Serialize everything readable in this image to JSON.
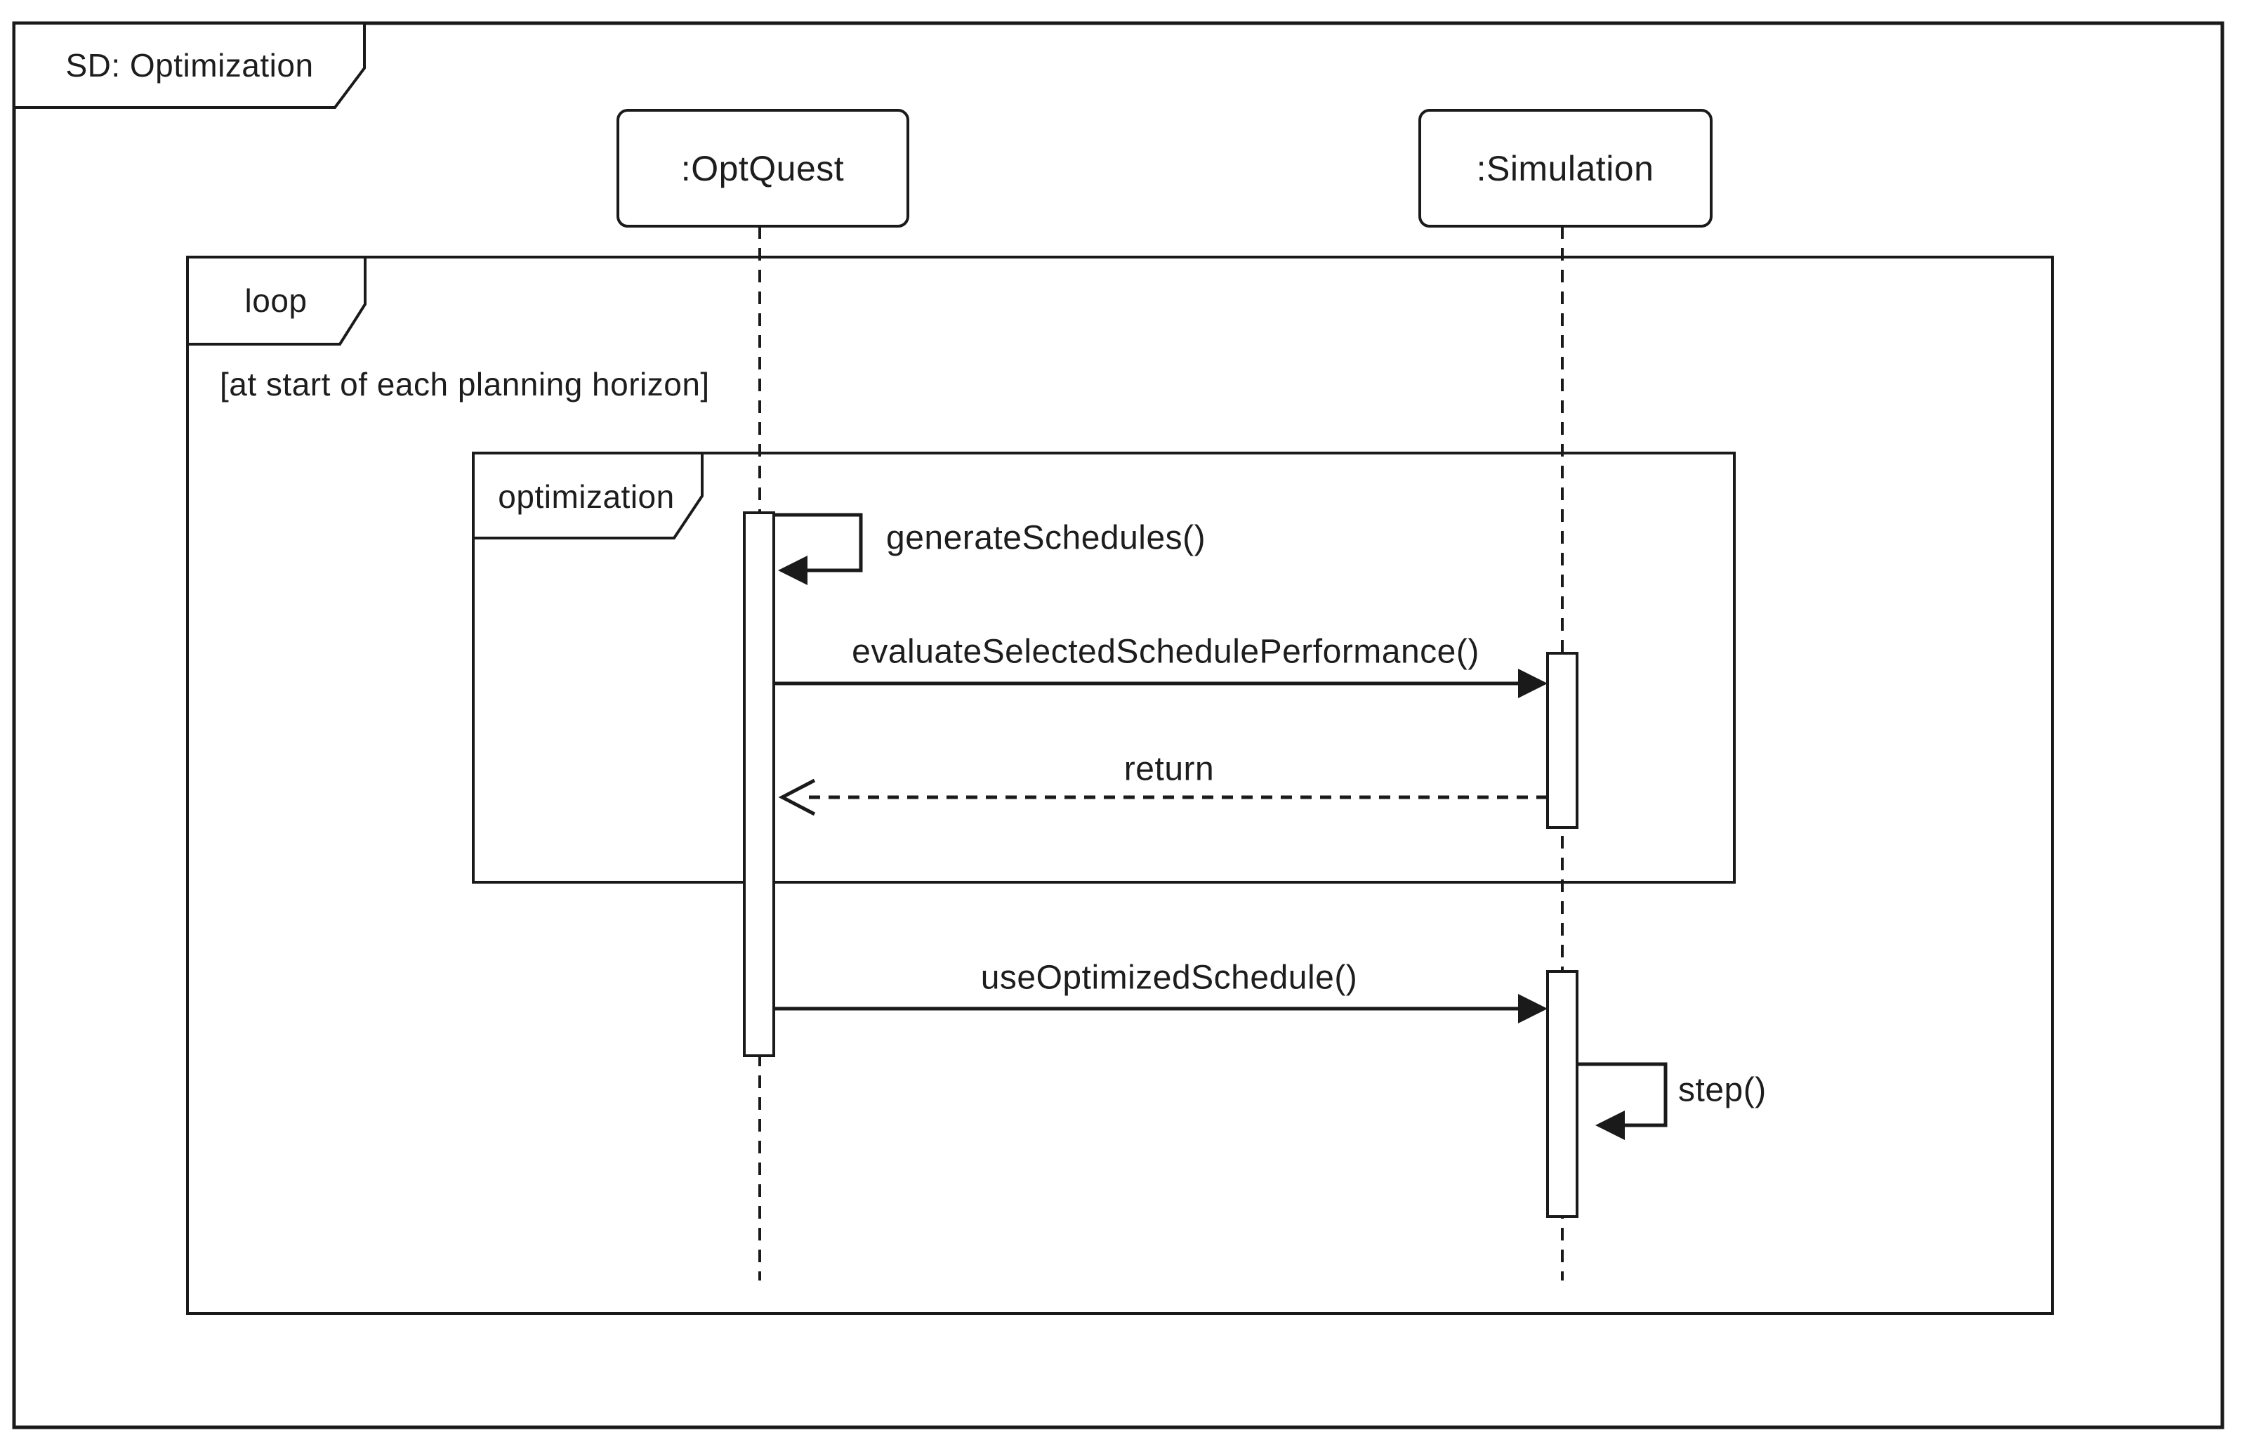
{
  "diagram": {
    "title": "SD: Optimization"
  },
  "lifelines": [
    {
      "label": ":OptQuest"
    },
    {
      "label": ":Simulation"
    }
  ],
  "fragments": [
    {
      "operator": "loop",
      "guard": "[at start of each planning horizon]"
    },
    {
      "operator": "optimization"
    }
  ],
  "messages": [
    {
      "label": "generateSchedules()",
      "type": "self-call",
      "from": ":OptQuest",
      "to": ":OptQuest"
    },
    {
      "label": "evaluateSelectedSchedulePerformance()",
      "type": "sync-call",
      "from": ":OptQuest",
      "to": ":Simulation"
    },
    {
      "label": "return",
      "type": "return",
      "from": ":Simulation",
      "to": ":OptQuest"
    },
    {
      "label": "useOptimizedSchedule()",
      "type": "sync-call",
      "from": ":OptQuest",
      "to": ":Simulation"
    },
    {
      "label": "step()",
      "type": "self-call",
      "from": ":Simulation",
      "to": ":Simulation"
    }
  ],
  "colors": {
    "line": "#1a1a1a",
    "text": "#1d1d1d",
    "background": "#ffffff"
  }
}
